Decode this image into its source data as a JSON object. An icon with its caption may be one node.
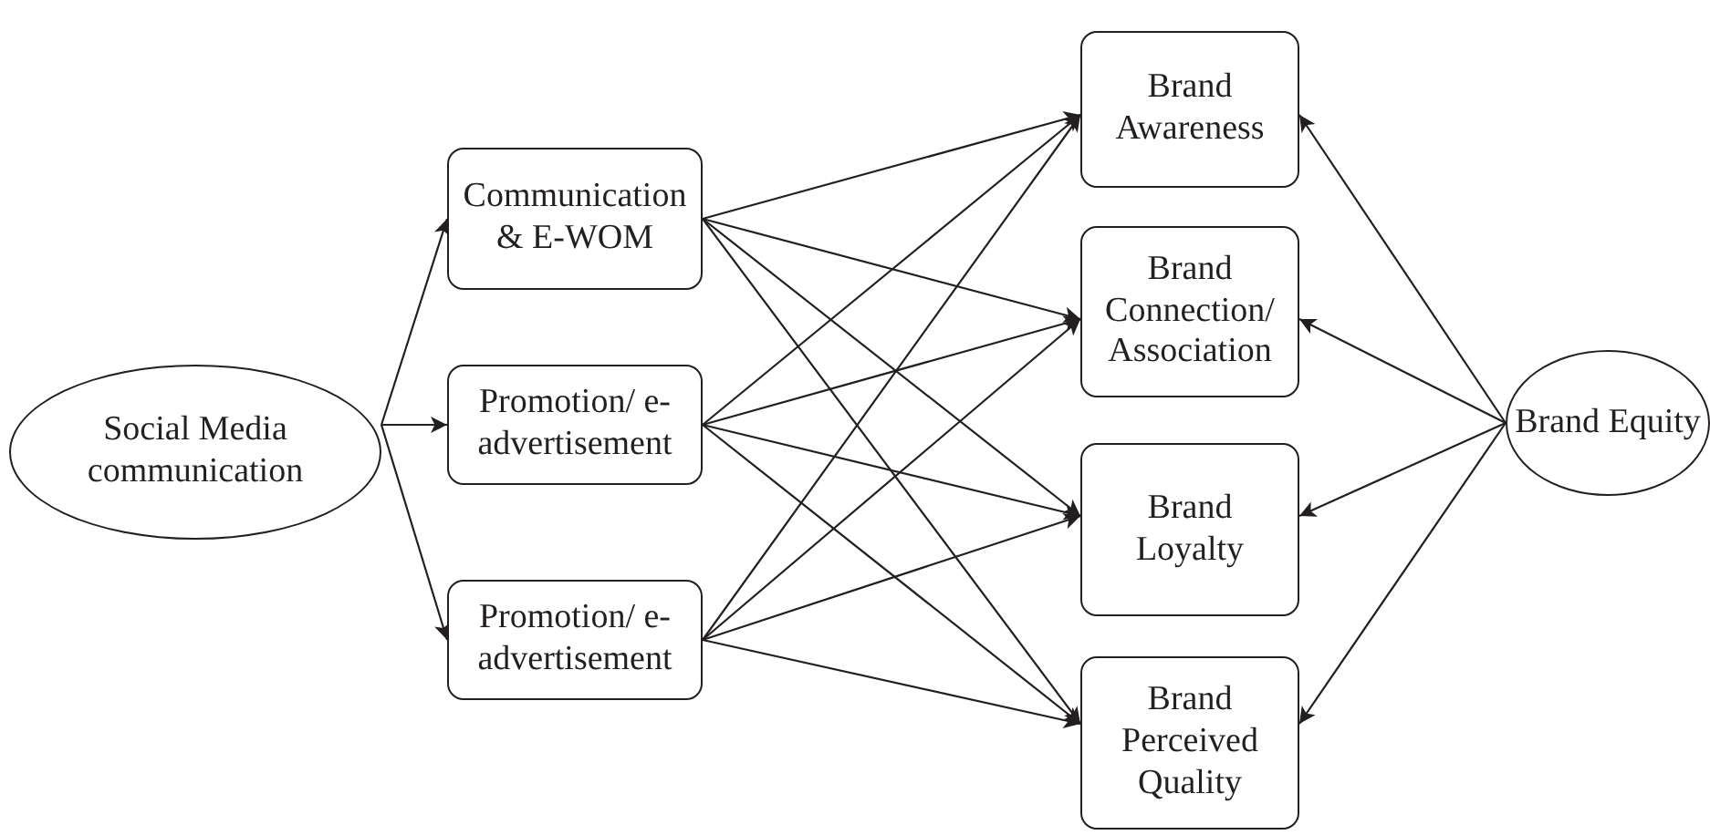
{
  "diagram": {
    "nodes": [
      {
        "text": [
          "Social Media communication"
        ]
      },
      {
        "text": [
          "Communication & E-WOM"
        ]
      },
      {
        "text": [
          "Promotion/ e-advertisement"
        ]
      },
      {
        "text": [
          "Promotion/ e-advertisement"
        ]
      },
      {
        "text": [
          "Brand Awareness"
        ]
      },
      {
        "text": [
          "Brand Connection/ Association"
        ]
      },
      {
        "text": [
          "Brand Loyalty"
        ]
      },
      {
        "text": [
          "Brand Perceived Quality"
        ]
      },
      {
        "text": [
          "Brand Equity"
        ]
      }
    ],
    "edges": [
      {
        "from": 0,
        "to": 1,
        "arrow": "to"
      },
      {
        "from": 0,
        "to": 2,
        "arrow": "to"
      },
      {
        "from": 0,
        "to": 3,
        "arrow": "to"
      },
      {
        "from": 1,
        "to": 4,
        "arrow": "to"
      },
      {
        "from": 1,
        "to": 5,
        "arrow": "to"
      },
      {
        "from": 1,
        "to": 6,
        "arrow": "to"
      },
      {
        "from": 1,
        "to": 7,
        "arrow": "to"
      },
      {
        "from": 2,
        "to": 4,
        "arrow": "to"
      },
      {
        "from": 2,
        "to": 5,
        "arrow": "to"
      },
      {
        "from": 2,
        "to": 6,
        "arrow": "to"
      },
      {
        "from": 2,
        "to": 7,
        "arrow": "to"
      },
      {
        "from": 3,
        "to": 4,
        "arrow": "to"
      },
      {
        "from": 3,
        "to": 5,
        "arrow": "to"
      },
      {
        "from": 3,
        "to": 6,
        "arrow": "to"
      },
      {
        "from": 3,
        "to": 7,
        "arrow": "to"
      },
      {
        "from": 8,
        "to": 4,
        "arrow": "to"
      },
      {
        "from": 8,
        "to": 5,
        "arrow": "to"
      },
      {
        "from": 8,
        "to": 6,
        "arrow": "to"
      },
      {
        "from": 8,
        "to": 7,
        "arrow": "to"
      }
    ]
  }
}
